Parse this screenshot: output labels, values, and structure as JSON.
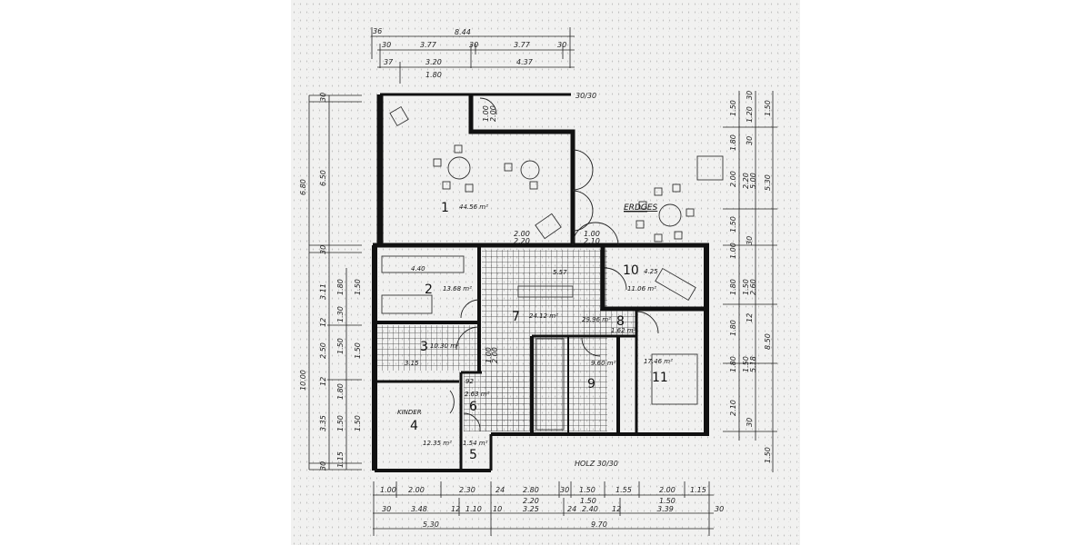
{
  "plan": {
    "title": "ERDGES",
    "note_bottom": "HOLZ 30/30",
    "note_top": "30/30"
  },
  "rooms": [
    {
      "no": "1",
      "area": "44.56 m²"
    },
    {
      "no": "2",
      "area": "13.68 m²",
      "extra": "4.40"
    },
    {
      "no": "3",
      "area": "10.30 m²",
      "extra": "3.15"
    },
    {
      "no": "4",
      "area": "12.35 m²",
      "name": "KINDER"
    },
    {
      "no": "5",
      "area": "1.54 m²"
    },
    {
      "no": "6",
      "area": "2.63 m²",
      "extra": "92"
    },
    {
      "no": "7",
      "area": "24.12 m²",
      "extra": "5.57"
    },
    {
      "no": "8",
      "area": "1.62 m²",
      "extra": "29.96 m²"
    },
    {
      "no": "9",
      "area": "9.60 m²"
    },
    {
      "no": "10",
      "area": "11.06 m²",
      "extra": "4.25"
    },
    {
      "no": "11",
      "area": "17.46 m²"
    }
  ],
  "openings": {
    "door_top": [
      "1.00",
      "2.00"
    ],
    "opening_1": [
      "2.00",
      "2.20"
    ],
    "opening_2": [
      "1.00",
      "2.10"
    ],
    "stair": [
      "1.00",
      "2.00"
    ]
  },
  "dimensions": {
    "top": {
      "row1": [
        "36",
        "8.44"
      ],
      "row2": [
        "30",
        "3.77",
        "30",
        "3.77",
        "30"
      ],
      "row3": [
        "37",
        "3.20",
        "4.37"
      ],
      "row4": [
        "1.80"
      ]
    },
    "bottom": {
      "row1": [
        "1.00",
        "2.00",
        "2.30",
        "24",
        "2.80",
        "30",
        "1.50",
        "1.55",
        "2.00",
        "1.15"
      ],
      "row2": [
        "2.20",
        "1.50",
        "1.50"
      ],
      "row3": [
        "30",
        "3.48",
        "12",
        "1.10",
        "10",
        "3.25",
        "24",
        "2.40",
        "12",
        "3.39",
        "30"
      ],
      "row4": [
        "5.30",
        "9.70"
      ]
    },
    "left": {
      "outer": [
        "6.80",
        "10.00"
      ],
      "mid": [
        "30",
        "6.50",
        "30",
        "3.11",
        "12",
        "2.50",
        "12",
        "3.35",
        "30"
      ],
      "inner": [
        "1.80",
        "1.30",
        "1.50",
        "1.80",
        "1.50",
        "1.15"
      ],
      "inner2": [
        "1.50",
        "1.50",
        "1.50"
      ]
    },
    "right": {
      "inner": [
        "1.50",
        "1.80",
        "2.00",
        "1.50",
        "1.00",
        "1.80",
        "1.80",
        "1.80",
        "2.10",
        "1.50"
      ],
      "mid": [
        "30",
        "1.20",
        "30",
        "2.20",
        "5.00",
        "30",
        "1.50",
        "2.60",
        "12",
        "1.50",
        "5.18",
        "30"
      ],
      "outer": [
        "1.50",
        "5.30",
        "8.50"
      ]
    }
  }
}
